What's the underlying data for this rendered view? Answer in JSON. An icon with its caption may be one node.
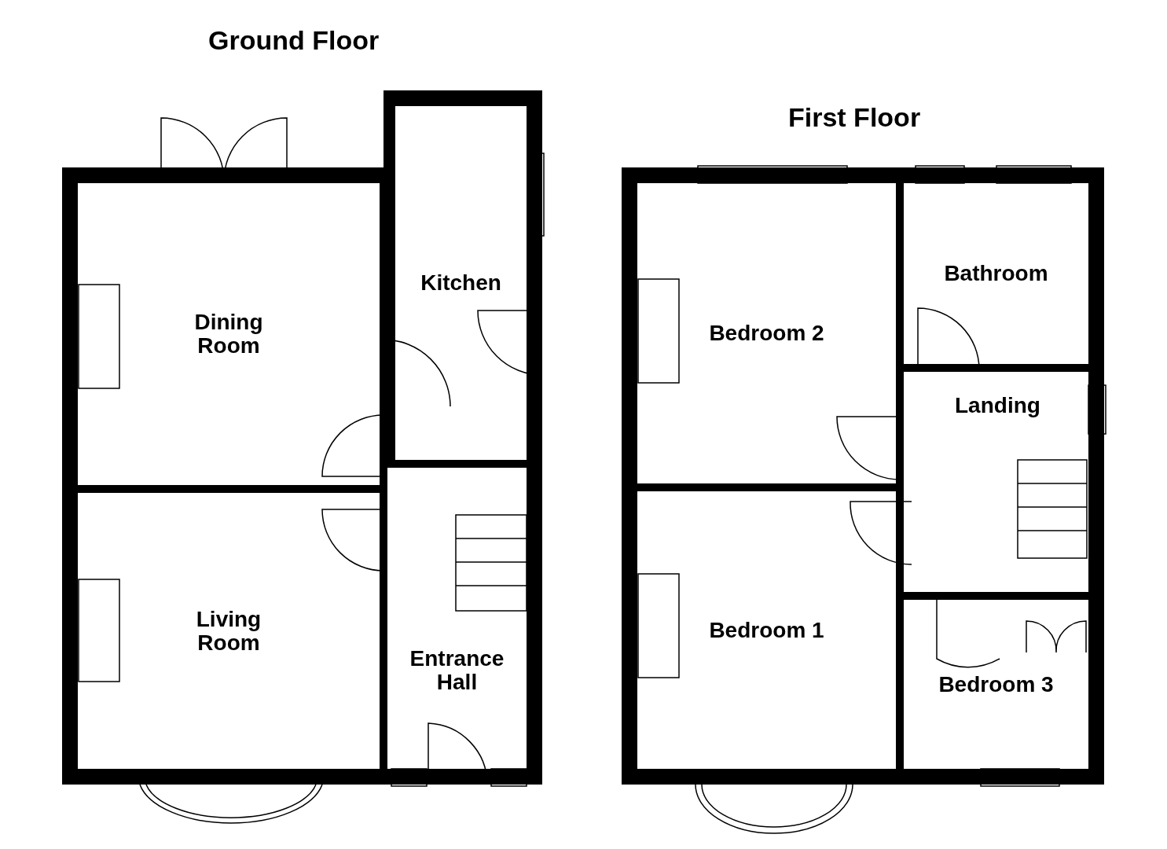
{
  "diagram": {
    "nodes": [
      {
        "text": [
          "Ground Floor"
        ]
      },
      {
        "text": [
          "Dining Room"
        ],
        "in": 0
      },
      {
        "text": [
          "Kitchen"
        ],
        "in": 0
      },
      {
        "text": [
          "Living Room"
        ],
        "in": 0
      },
      {
        "text": [
          "Entrance Hall"
        ],
        "in": 0
      },
      {
        "text": [
          "First Floor"
        ]
      },
      {
        "text": [
          "Bedroom 2"
        ],
        "in": 5
      },
      {
        "text": [
          "Bathroom"
        ],
        "in": 5
      },
      {
        "text": [
          "Landing"
        ],
        "in": 5
      },
      {
        "text": [
          "Bedroom 1"
        ],
        "in": 5
      },
      {
        "text": [
          "Bedroom 3"
        ],
        "in": 5
      }
    ]
  }
}
